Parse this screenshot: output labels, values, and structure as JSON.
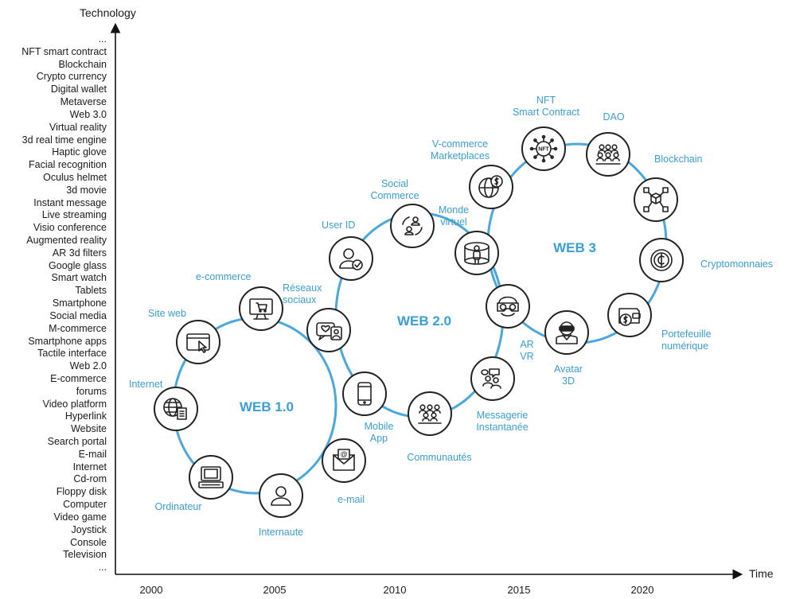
{
  "axis": {
    "y_title": "Technology",
    "x_title": "Time",
    "years": [
      "2000",
      "2005",
      "2010",
      "2015",
      "2020"
    ]
  },
  "technologies": [
    "...",
    "NFT smart contract",
    "Blockchain",
    "Crypto currency",
    "Digital wallet",
    "Metaverse",
    "Web 3.0",
    "Virtual reality",
    "3d real time engine",
    "Haptic glove",
    "Facial recognition",
    "Oculus helmet",
    "3d movie",
    "Instant message",
    "Live streaming",
    "Visio conference",
    "Augmented reality",
    "AR 3d filters",
    "Google glass",
    "Smart watch",
    "Tablets",
    "Smartphone",
    "Social media",
    "M-commerce",
    "Smartphone apps",
    "Tactile interface",
    "Web 2.0",
    "E-commerce",
    "forums",
    "Video platform",
    "Hyperlink",
    "Website",
    "Search portal",
    "E-mail",
    "Internet",
    "Cd-rom",
    "Floppy disk",
    "Computer",
    "Video game",
    "Joystick",
    "Console",
    "Television",
    "..."
  ],
  "eras": [
    {
      "id": "web1",
      "title": "WEB 1.0"
    },
    {
      "id": "web2",
      "title": "WEB 2.0"
    },
    {
      "id": "web3",
      "title": "WEB 3"
    }
  ],
  "nodes": [
    {
      "id": "internet",
      "label": [
        "Internet"
      ],
      "icon": "globe-document-icon"
    },
    {
      "id": "site-web",
      "label": [
        "Site web"
      ],
      "icon": "browser-cursor-icon"
    },
    {
      "id": "e-commerce",
      "label": [
        "e-commerce"
      ],
      "icon": "monitor-cart-icon"
    },
    {
      "id": "reseaux-sociaux",
      "label": [
        "Réseaux",
        "sociaux"
      ],
      "icon": "heart-chat-profile-icon"
    },
    {
      "id": "user-id",
      "label": [
        "User ID"
      ],
      "icon": "user-check-icon"
    },
    {
      "id": "social-commerce",
      "label": [
        "Social",
        "Commerce"
      ],
      "icon": "users-exchange-icon"
    },
    {
      "id": "monde-virtuel",
      "label": [
        "Monde",
        "virtuel"
      ],
      "icon": "vr-person-icon"
    },
    {
      "id": "v-commerce",
      "label": [
        "V-commerce",
        "Marketplaces"
      ],
      "icon": "globe-dollar-icon"
    },
    {
      "id": "nft",
      "label": [
        "NFT",
        "Smart Contract"
      ],
      "icon": "nft-circuit-icon"
    },
    {
      "id": "dao",
      "label": [
        "DAO"
      ],
      "icon": "group-people-icon"
    },
    {
      "id": "blockchain",
      "label": [
        "Blockchain"
      ],
      "icon": "blockchain-cubes-icon"
    },
    {
      "id": "cryptomonnaies",
      "label": [
        "Cryptomonnaies"
      ],
      "icon": "crypto-coin-icon"
    },
    {
      "id": "portefeuille",
      "label": [
        "Portefeuille",
        "numérique"
      ],
      "icon": "wallet-dollar-icon"
    },
    {
      "id": "avatar",
      "label": [
        "Avatar",
        "3D"
      ],
      "icon": "avatar-vr-icon"
    },
    {
      "id": "ar-vr",
      "label": [
        "AR",
        "VR"
      ],
      "icon": "vr-headset-icon"
    },
    {
      "id": "messagerie",
      "label": [
        "Messagerie",
        "Instantanée"
      ],
      "icon": "chat-bubbles-icon"
    },
    {
      "id": "communautes",
      "label": [
        "Communautés"
      ],
      "icon": "community-icon"
    },
    {
      "id": "mobile-app",
      "label": [
        "Mobile",
        "App"
      ],
      "icon": "smartphone-icon"
    },
    {
      "id": "e-mail",
      "label": [
        "e-mail"
      ],
      "icon": "envelope-icon"
    },
    {
      "id": "internaute",
      "label": [
        "Internaute"
      ],
      "icon": "user-icon"
    },
    {
      "id": "ordinateur",
      "label": [
        "Ordinateur"
      ],
      "icon": "computer-icon"
    }
  ],
  "colors": {
    "accent": "#3a9fd6",
    "line": "#4aa8dc",
    "node_stroke": "#222222",
    "text": "#1a1a1a"
  }
}
